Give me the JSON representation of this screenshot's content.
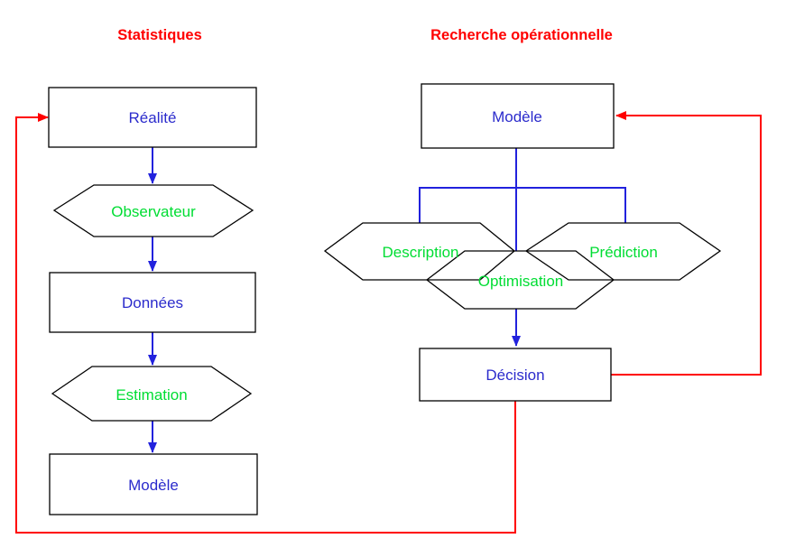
{
  "diagram": {
    "titles": {
      "statistiques": "Statistiques",
      "recherche_operationnelle": "Recherche opérationnelle"
    },
    "statistiques_flow": {
      "realite": "Réalité",
      "observateur": "Observateur",
      "donnees": "Données",
      "estimation": "Estimation",
      "modele": "Modèle"
    },
    "recherche_flow": {
      "modele": "Modèle",
      "description": "Description",
      "optimisation": "Optimisation",
      "prediction": "Prédiction",
      "decision": "Décision"
    },
    "colors": {
      "title_red": "#ff0000",
      "loop_red": "#ff0000",
      "connector_blue": "#2222dd",
      "node_text_blue": "#2b2bcc",
      "hexagon_text_green": "#00dd33",
      "shape_outline": "#000000",
      "background": "#ffffff"
    }
  }
}
